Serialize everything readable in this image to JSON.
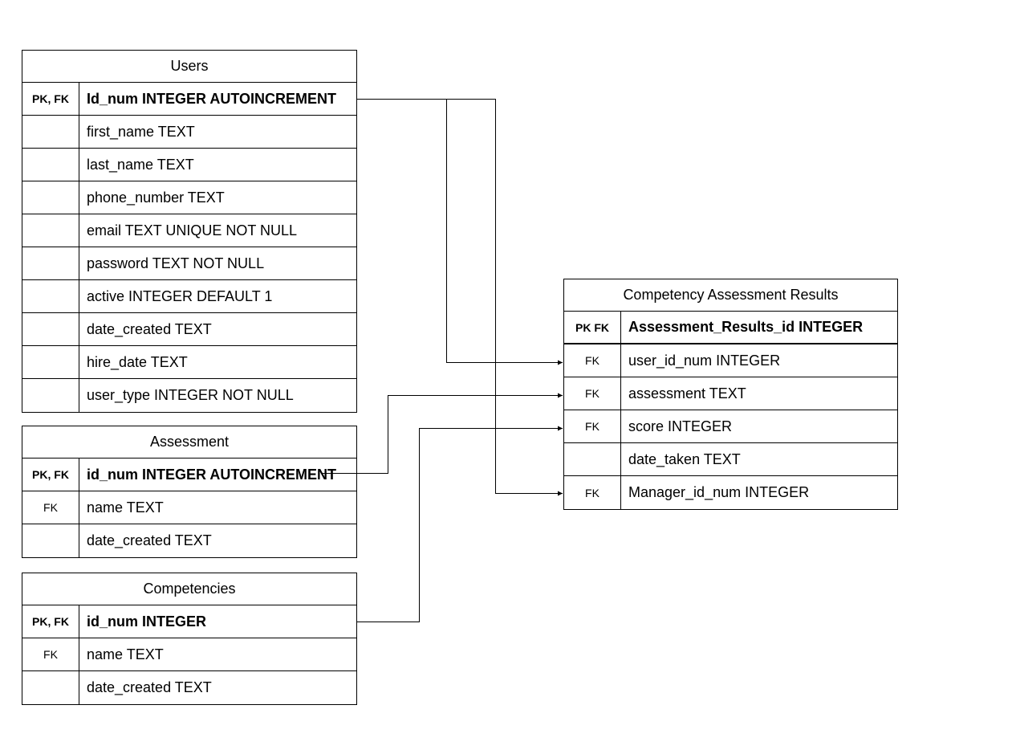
{
  "tables": {
    "users": {
      "title": "Users",
      "rows": [
        {
          "key": "PK, FK",
          "field": "Id_num INTEGER AUTOINCREMENT"
        },
        {
          "key": "",
          "field": "first_name TEXT"
        },
        {
          "key": "",
          "field": "last_name TEXT"
        },
        {
          "key": "",
          "field": "phone_number TEXT"
        },
        {
          "key": "",
          "field": "email TEXT UNIQUE NOT NULL"
        },
        {
          "key": "",
          "field": "password TEXT NOT NULL"
        },
        {
          "key": "",
          "field": "active INTEGER DEFAULT 1"
        },
        {
          "key": "",
          "field": "date_created TEXT"
        },
        {
          "key": "",
          "field": "hire_date TEXT"
        },
        {
          "key": "",
          "field": "user_type INTEGER NOT NULL"
        }
      ]
    },
    "assessment": {
      "title": "Assessment",
      "rows": [
        {
          "key": "PK, FK",
          "field": "id_num INTEGER AUTOINCREMENT"
        },
        {
          "key": "FK",
          "field": "name TEXT"
        },
        {
          "key": "",
          "field": "date_created TEXT"
        }
      ]
    },
    "competencies": {
      "title": "Competencies",
      "rows": [
        {
          "key": "PK, FK",
          "field": "id_num INTEGER"
        },
        {
          "key": "FK",
          "field": "name TEXT"
        },
        {
          "key": "",
          "field": "date_created TEXT"
        }
      ]
    },
    "results": {
      "title": "Competency Assessment Results",
      "rows": [
        {
          "key": "PK FK",
          "field": "Assessment_Results_id INTEGER"
        },
        {
          "key": "FK",
          "field": "user_id_num INTEGER"
        },
        {
          "key": "FK",
          "field": "assessment TEXT"
        },
        {
          "key": "FK",
          "field": "score INTEGER"
        },
        {
          "key": "",
          "field": "date_taken TEXT"
        },
        {
          "key": "FK",
          "field": "Manager_id_num INTEGER"
        }
      ]
    }
  },
  "colors": {
    "line": "#000000",
    "background": "#ffffff"
  }
}
